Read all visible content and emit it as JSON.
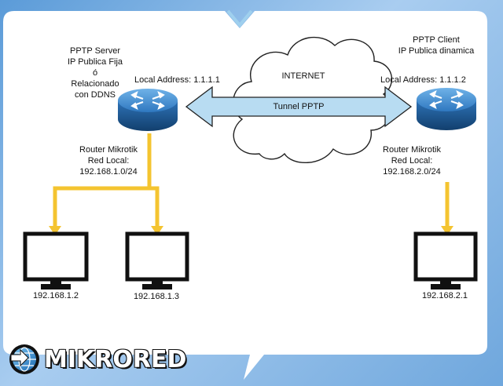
{
  "left_site": {
    "server_title": [
      "PPTP Server",
      "IP Publica Fija",
      "ó",
      "Relacionado",
      "con DDNS"
    ],
    "local_address": "Local Address: 1.1.1.1",
    "router_info": [
      "Router Mikrotik",
      "Red Local:",
      "192.168.1.0/24"
    ],
    "pcs": [
      "192.168.1.2",
      "192.168.1.3"
    ]
  },
  "right_site": {
    "client_title": [
      "PPTP Client",
      "IP Publica dinamica"
    ],
    "local_address": "Local Address: 1.1.1.2",
    "router_info": [
      "Router Mikrotik",
      "Red Local:",
      "192.168.2.0/24"
    ],
    "pcs": [
      "192.168.2.1"
    ]
  },
  "cloud_label": "INTERNET",
  "tunnel_label": "Tunnel PPTP",
  "logo_text": "MIKRORED",
  "colors": {
    "link": "#f4c430",
    "tunnel_fill": "#b8dcf2",
    "router_top": "#3d7fc4",
    "router_side": "#1f5f9f"
  },
  "icons": [
    "router-icon",
    "monitor-icon",
    "globe-logo-icon",
    "cloud-icon"
  ]
}
